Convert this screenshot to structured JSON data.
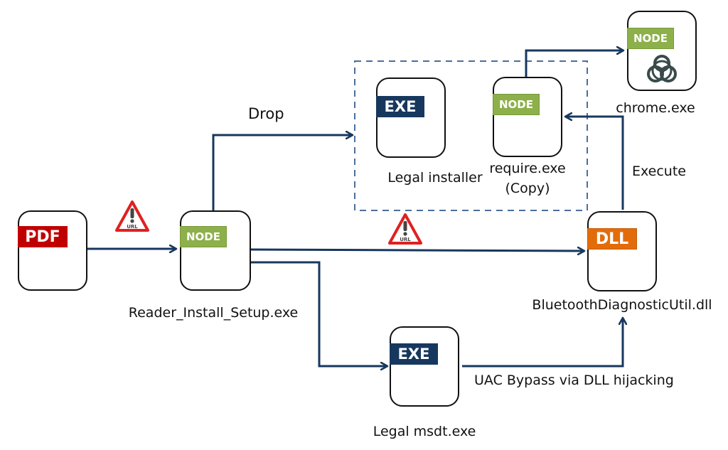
{
  "colors": {
    "arrow": "#17375e",
    "group_border": "#4a6f9a",
    "pdf_tag": "#c00000",
    "node_tag": "#8db04a",
    "exe_tag": "#17375e",
    "dll_tag": "#e36c0a",
    "warning_red": "#e02020",
    "warning_glyph": "#444444",
    "biohazard": "#3a4a4a"
  },
  "nodes": [
    {
      "id": "pdf",
      "tag": "PDF",
      "label": ""
    },
    {
      "id": "reader",
      "tag": "NODE",
      "label": "Reader_Install_Setup.exe"
    },
    {
      "id": "legal_installer",
      "tag": "EXE",
      "label": "Legal installer"
    },
    {
      "id": "require",
      "tag": "NODE",
      "label": "require.exe",
      "sublabel": "(Copy)"
    },
    {
      "id": "chrome",
      "tag": "NODE",
      "label": "chrome.exe",
      "icon": "biohazard-icon"
    },
    {
      "id": "dll",
      "tag": "DLL",
      "label": "BluetoothDiagnosticUtil.dll"
    },
    {
      "id": "msdt",
      "tag": "EXE",
      "label": "Legal msdt.exe"
    }
  ],
  "edges": [
    {
      "from": "pdf",
      "to": "reader",
      "label": "",
      "icon": "url-warning-icon"
    },
    {
      "from": "reader",
      "to": "dropped_group",
      "label": "Drop"
    },
    {
      "from": "reader",
      "to": "dll",
      "label": "",
      "icon": "url-warning-icon"
    },
    {
      "from": "reader",
      "to": "msdt",
      "label": ""
    },
    {
      "from": "msdt",
      "to": "dll",
      "label": "UAC Bypass via DLL hijacking"
    },
    {
      "from": "dll",
      "to": "require",
      "label": "Execute"
    },
    {
      "from": "require",
      "to": "chrome",
      "label": ""
    }
  ],
  "warning_icon_text": "URL"
}
